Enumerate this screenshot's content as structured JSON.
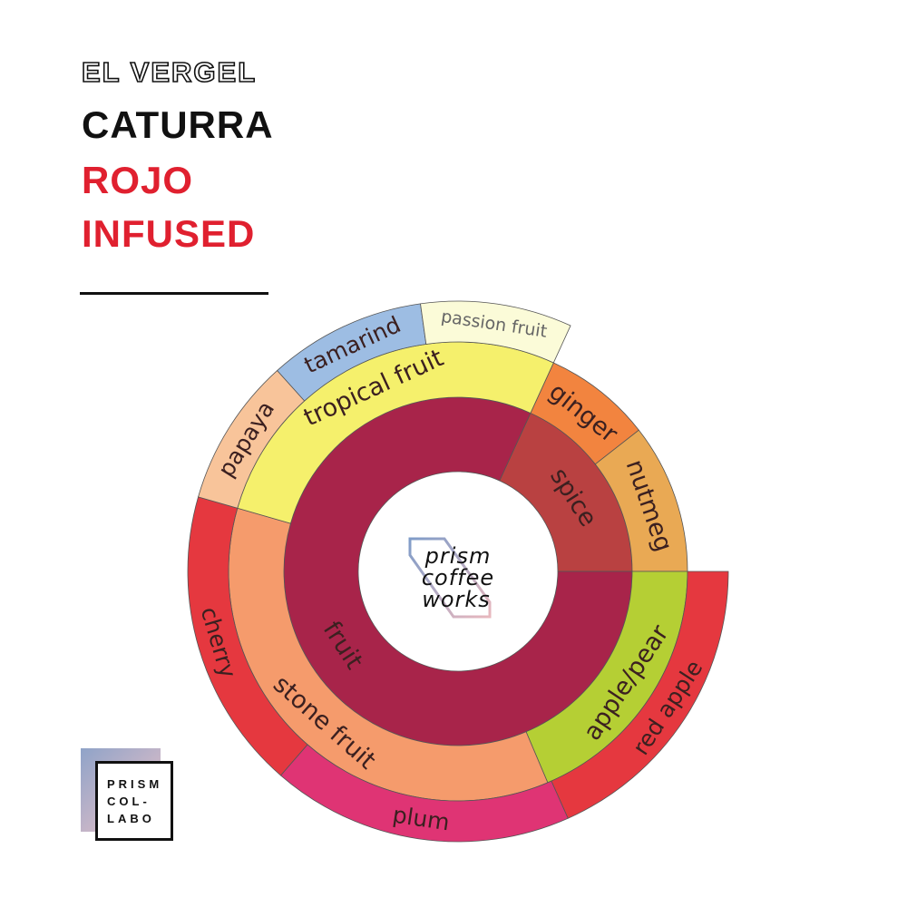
{
  "title": {
    "farm": "EL VERGEL",
    "variety": "CATURRA",
    "process_1": "ROJO",
    "process_2": "INFUSED"
  },
  "center_logo": {
    "line1": "prism",
    "line2": "coffee",
    "line3": "works"
  },
  "corner_logo": {
    "line1": "PRISM",
    "line2": "COL-",
    "line3": "LABO"
  },
  "chart_data": {
    "type": "sunburst",
    "unit": "degrees",
    "rings": [
      [
        {
          "label": "spice",
          "value": 65.4,
          "color": "#b94141"
        },
        {
          "label": "fruit",
          "value": 294.6,
          "color": "#a8244a"
        }
      ],
      [
        {
          "label": "ginger",
          "value": 27.4,
          "color": "#f2843f"
        },
        {
          "label": "nutmeg",
          "value": 38,
          "color": "#e9a954"
        },
        {
          "label": "apple/pear",
          "value": 67,
          "color": "#b5cf34"
        },
        {
          "label": "stone fruit",
          "value": 129,
          "color": "#f59b6c"
        },
        {
          "label": "tropical fruit",
          "value": 98.6,
          "color": "#f5f06c"
        }
      ],
      [
        {
          "label": "red apple",
          "value": 66,
          "color": "#e5383f"
        },
        {
          "label": "plum",
          "value": 65,
          "color": "#df3474"
        },
        {
          "label": "cherry",
          "value": 65,
          "color": "#e5383f"
        },
        {
          "label": "papaya",
          "value": 32,
          "color": "#f8c49a"
        },
        {
          "label": "tamarind",
          "value": 34,
          "color": "#9dbde3"
        },
        {
          "label": "passion fruit",
          "value": 32.6,
          "color": "#fbfbd8"
        }
      ]
    ]
  }
}
